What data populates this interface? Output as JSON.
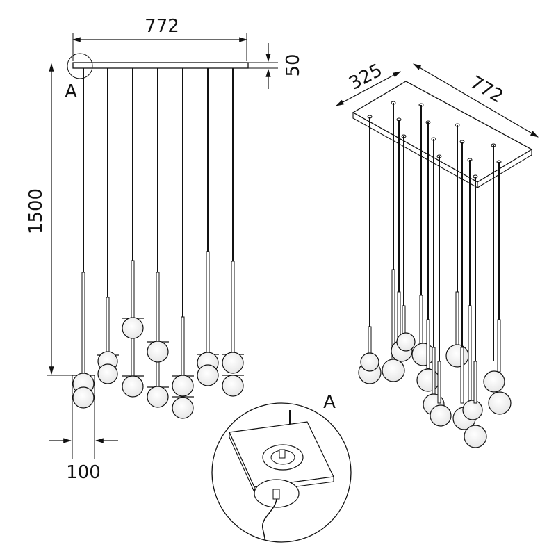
{
  "drawing": {
    "front_view": {
      "width_label": "772",
      "height_label": "50",
      "total_height_label": "1500",
      "bottom_label": "100",
      "detail_marker": "A"
    },
    "iso_view": {
      "depth_label": "325",
      "width_label": "772"
    },
    "detail_view": {
      "label": "A"
    }
  }
}
